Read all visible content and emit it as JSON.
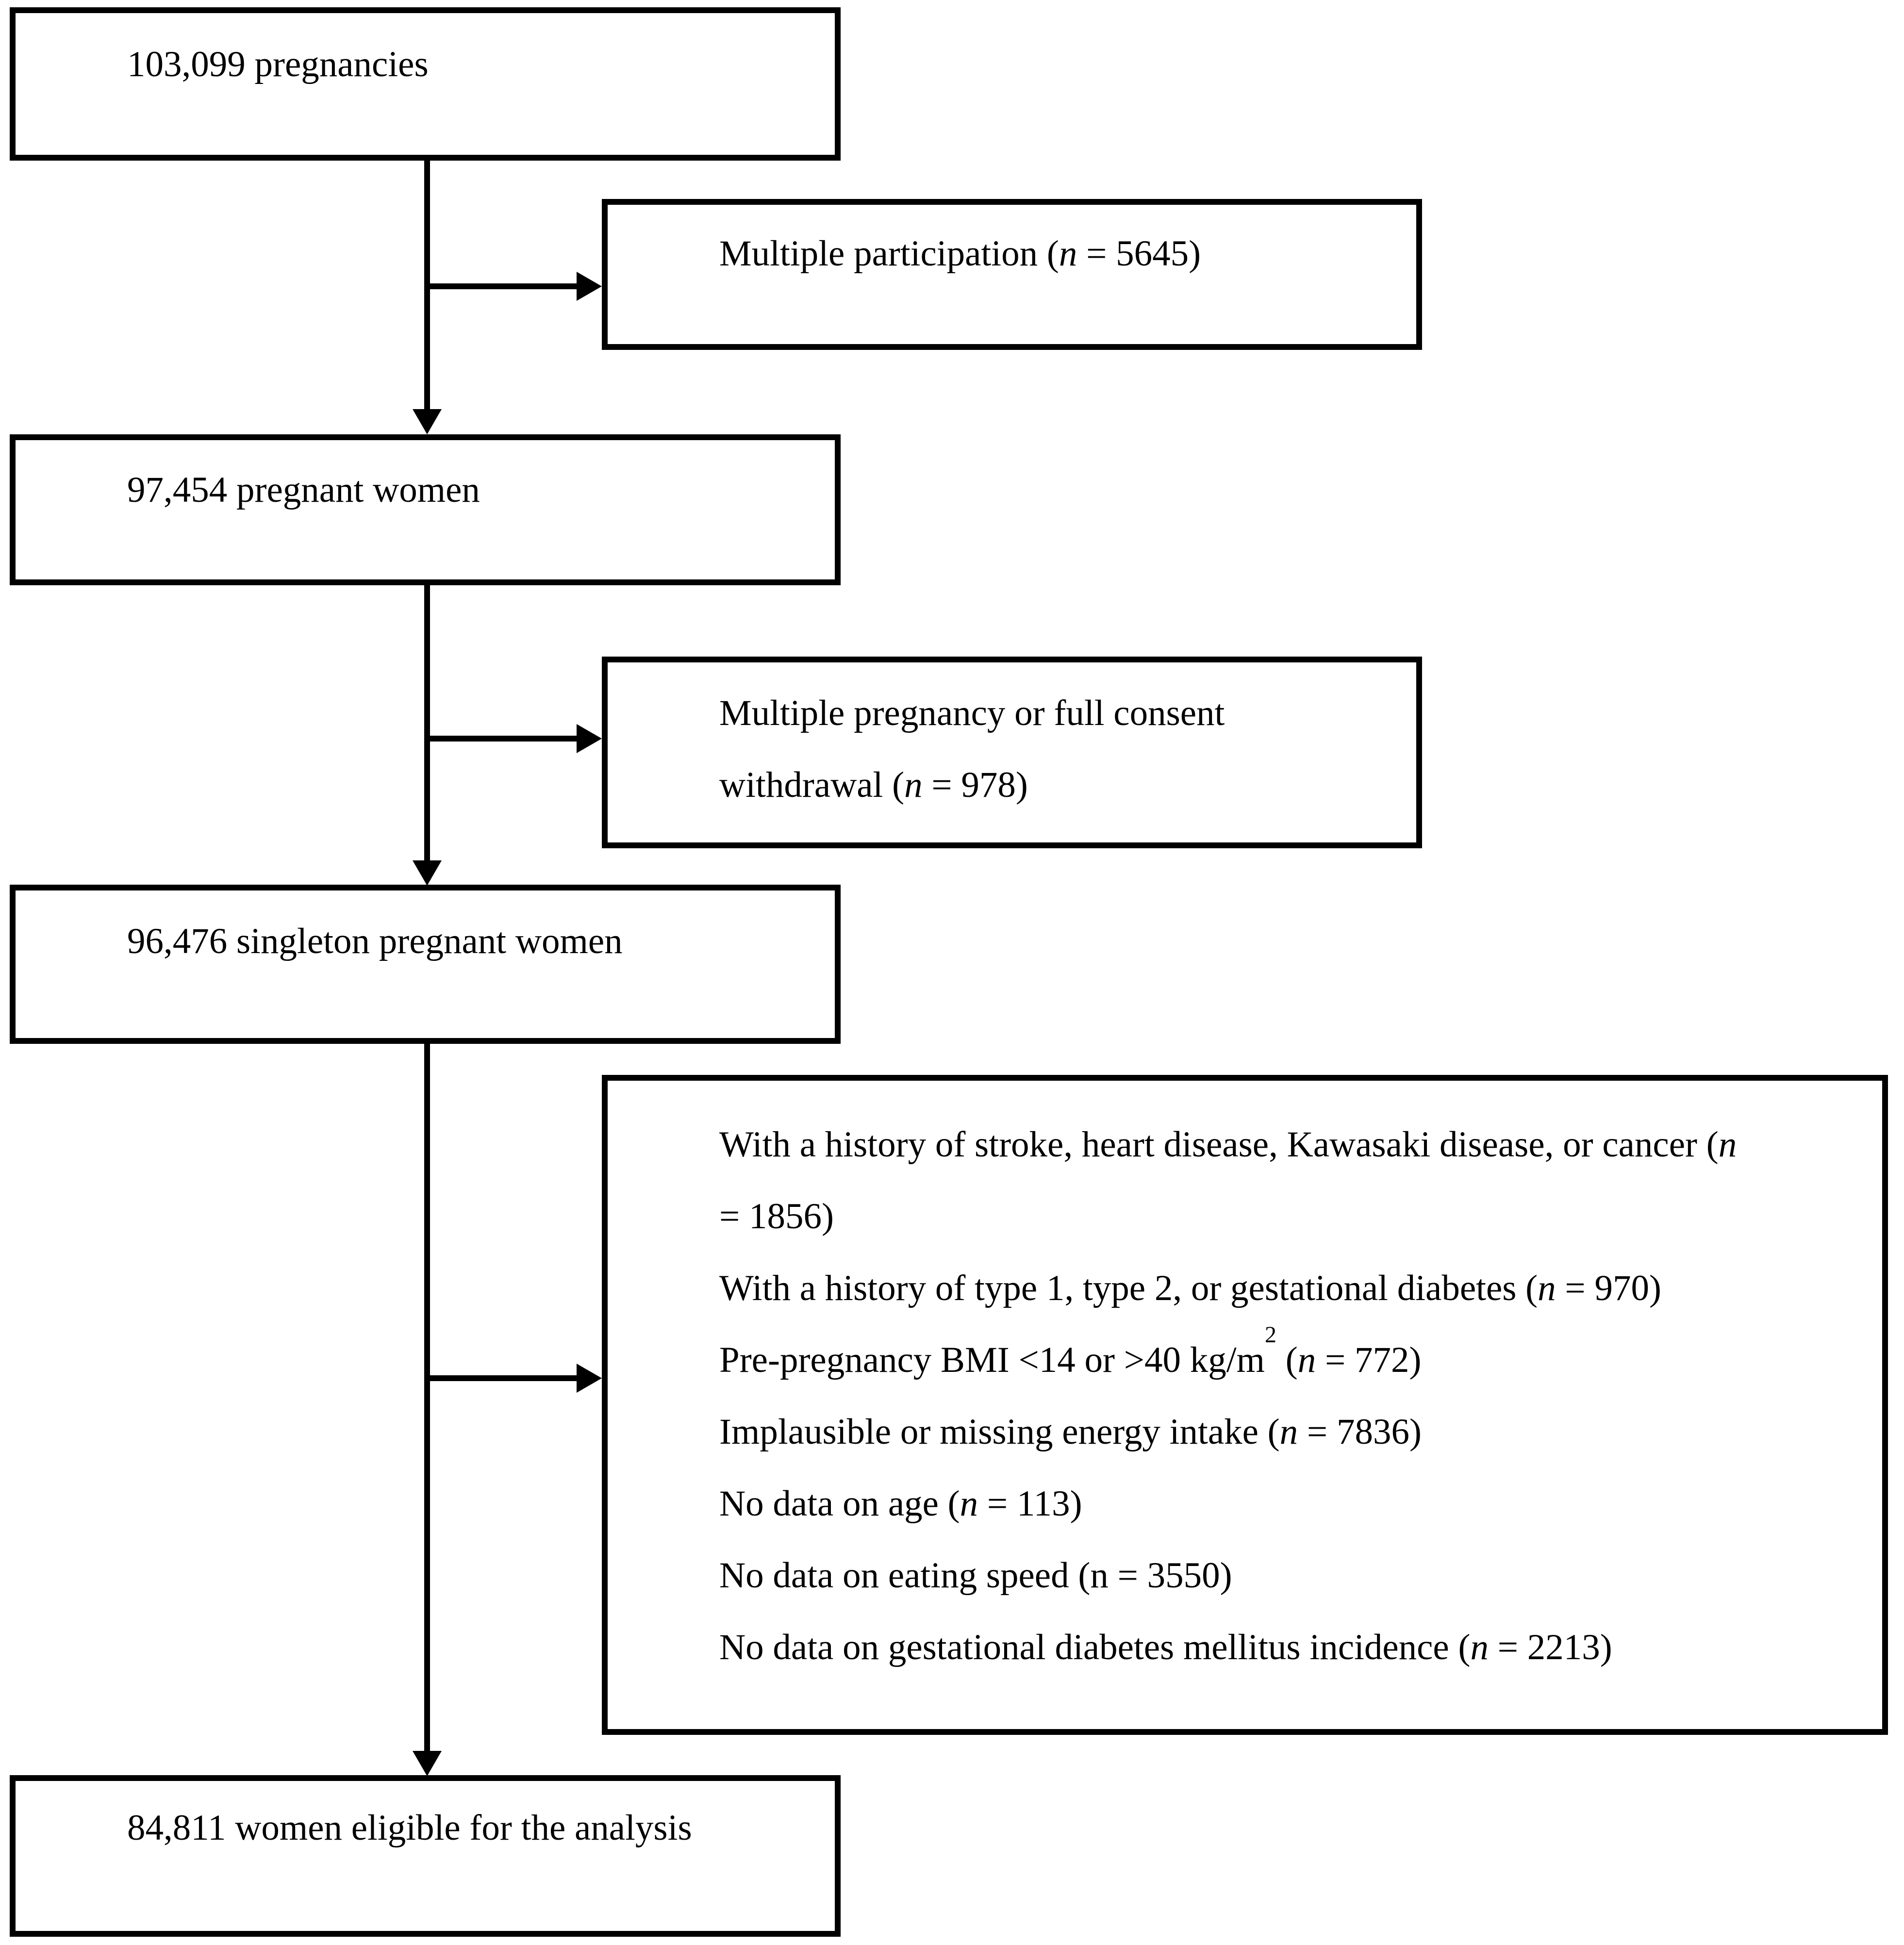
{
  "figure": {
    "kind": "participant-flow-diagram",
    "background_color": "#ffffff",
    "line_color": "#000000"
  },
  "nodes": [
    {
      "id": "pregnancies-total",
      "lines": [
        [
          {
            "t": "103,099 pregnancies"
          }
        ]
      ]
    },
    {
      "id": "excluded-multiple-participation",
      "lines": [
        [
          {
            "t": "Multiple participation ("
          },
          {
            "t": "n",
            "i": 1
          },
          {
            "t": " = 5645)"
          }
        ]
      ]
    },
    {
      "id": "pregnant-women",
      "lines": [
        [
          {
            "t": "97,454 pregnant women"
          }
        ]
      ]
    },
    {
      "id": "excluded-multiple-pregnancy",
      "lines": [
        [
          {
            "t": "Multiple pregnancy or full consent"
          }
        ],
        [
          {
            "t": "withdrawal ("
          },
          {
            "t": "n",
            "i": 1
          },
          {
            "t": " = 978)"
          }
        ]
      ]
    },
    {
      "id": "singleton-pregnant-women",
      "lines": [
        [
          {
            "t": "96,476 singleton pregnant women"
          }
        ]
      ]
    },
    {
      "id": "excluded-criteria-list",
      "lines": [
        [
          {
            "t": "With a history of stroke, heart disease, Kawasaki disease, or cancer ("
          },
          {
            "t": "n",
            "i": 1
          }
        ],
        [
          {
            "t": "= 1856)"
          }
        ],
        [
          {
            "t": "With a history of type 1, type 2, or gestational diabetes ("
          },
          {
            "t": "n",
            "i": 1
          },
          {
            "t": " = 970)"
          }
        ],
        [
          {
            "t": "Pre-pregnancy BMI <14 or >40 kg/m"
          },
          {
            "t": "2",
            "s": 1
          },
          {
            "t": " ("
          },
          {
            "t": "n",
            "i": 1
          },
          {
            "t": " = 772)"
          }
        ],
        [
          {
            "t": "Implausible or missing energy intake ("
          },
          {
            "t": "n",
            "i": 1
          },
          {
            "t": " = 7836)"
          }
        ],
        [
          {
            "t": "No data on age ("
          },
          {
            "t": "n",
            "i": 1
          },
          {
            "t": " = 113)"
          }
        ],
        [
          {
            "t": "No data on eating speed (n = 3550)"
          }
        ],
        [
          {
            "t": "No data on gestational diabetes mellitus incidence ("
          },
          {
            "t": "n",
            "i": 1
          },
          {
            "t": " = 2213)"
          }
        ]
      ]
    },
    {
      "id": "eligible-women",
      "lines": [
        [
          {
            "t": "84,811 women eligible for the analysis"
          }
        ]
      ]
    }
  ],
  "connections": [
    {
      "from": "pregnancies-total",
      "to": "pregnant-women"
    },
    {
      "from": "pregnancies-total",
      "to": "excluded-multiple-participation"
    },
    {
      "from": "pregnant-women",
      "to": "singleton-pregnant-women"
    },
    {
      "from": "pregnant-women",
      "to": "excluded-multiple-pregnancy"
    },
    {
      "from": "singleton-pregnant-women",
      "to": "eligible-women"
    },
    {
      "from": "singleton-pregnant-women",
      "to": "excluded-criteria-list"
    }
  ]
}
